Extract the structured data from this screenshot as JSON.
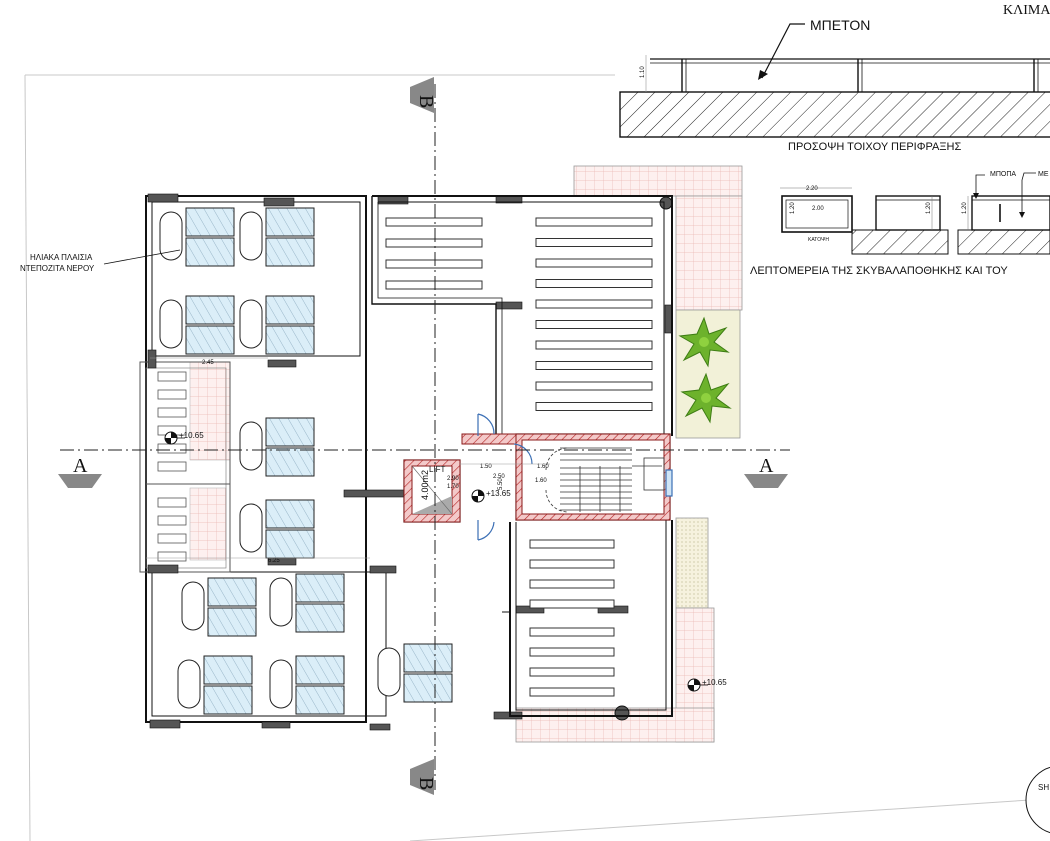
{
  "labels": {
    "header_cut": "ΚΛΙΜΑ",
    "concrete": "ΜΠΕΤΟΝ",
    "fence_elevation": "ΠΡΟΣΟΨΗ ΤΟΙΧΟΥ ΠΕΡΙΦΡΑΞΗΣ",
    "bin_detail": "ΛΕΠΤΟΜΕΡΕΙΑ ΤΗΣ ΣΚΥΒΑΛΑΠΟΘΗΚΗΣ ΚΑΙ ΤΟΥ",
    "door_label": "ΜΠΟΠΑ",
    "door_label2": "ΜΕ",
    "plan_view": "ΚΑΤΟΨΗ",
    "solar_line1": "ΗΛΙΑΚΑ ΠΛΑΙΣΙΑ",
    "solar_line2": "ΝΤΕΠΟΖΙΤΑ ΝΕΡΟΥ",
    "lift": "LIFT",
    "lift_area": "4.00m2",
    "level_top": "+13.65",
    "level_left": "+10.65",
    "level_right": "+10.65",
    "section_a": "A",
    "section_b": "B",
    "sheet_cut": "SH"
  },
  "dimensions": {
    "fence_h": "1.10",
    "bin_w": "2.20",
    "bin_inner": "2.00",
    "bin_h": "1.20",
    "bin_h2": "1.20",
    "bin_h3": "1.20",
    "d_150": "1.50",
    "d_250": "2.50",
    "d_160": "1.60",
    "d_170": "1.70",
    "d_290": "2.90",
    "d_160b": "1.60",
    "d_550": "5.50",
    "d_245": "2.45",
    "d_625": "6.25"
  }
}
